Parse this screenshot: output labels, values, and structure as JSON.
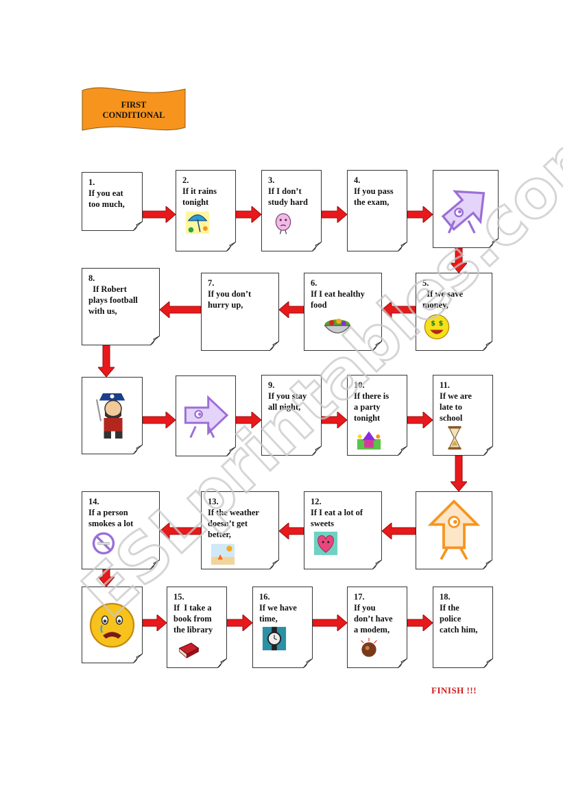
{
  "title": "FIRST CONDITIONAL",
  "cards": [
    {
      "num": "1.",
      "lines": [
        "If you eat",
        "too much,"
      ],
      "icon": ""
    },
    {
      "num": "2.",
      "lines": [
        "If it rains",
        "tonight"
      ],
      "icon": "umbrella-icon"
    },
    {
      "num": "3.",
      "lines": [
        "If I don’t",
        "study hard"
      ],
      "icon": "worried-figure-icon"
    },
    {
      "num": "4.",
      "lines": [
        "If you pass",
        "the exam,"
      ],
      "icon": ""
    },
    {
      "num": "5.",
      "lines": [
        "  If we save",
        "money,"
      ],
      "icon": "money-smiley-icon"
    },
    {
      "num": "6.",
      "lines": [
        "If I eat healthy",
        "food"
      ],
      "icon": "salad-bowl-icon"
    },
    {
      "num": "7.",
      "lines": [
        "If you don’t",
        "hurry up,"
      ],
      "icon": ""
    },
    {
      "num": "8.",
      "lines": [
        "  If Robert",
        "plays football",
        "with us,"
      ],
      "icon": ""
    },
    {
      "num": "9.",
      "lines": [
        "If you stay",
        "all night,"
      ],
      "icon": ""
    },
    {
      "num": "10.",
      "lines": [
        "If there is",
        "a party",
        "tonight"
      ],
      "icon": "party-house-icon"
    },
    {
      "num": "11.",
      "lines": [
        "If we are",
        "late to",
        "school"
      ],
      "icon": "hourglass-icon"
    },
    {
      "num": "12.",
      "lines": [
        "If I eat a lot of",
        "sweets"
      ],
      "icon": "heart-icon"
    },
    {
      "num": "13.",
      "lines": [
        "If the weather",
        "doesn’t get",
        "better,"
      ],
      "icon": "beach-icon"
    },
    {
      "num": "14.",
      "lines": [
        "If a person",
        "smokes a lot"
      ],
      "icon": "no-smoking-icon"
    },
    {
      "num": "15.",
      "lines": [
        "If  I take a",
        "book from",
        "the library"
      ],
      "icon": "book-icon"
    },
    {
      "num": "16.",
      "lines": [
        "If we have",
        "time,"
      ],
      "icon": "watch-icon"
    },
    {
      "num": "17.",
      "lines": [
        "If you",
        "don’t have",
        "a modem,"
      ],
      "icon": "computer-icon"
    },
    {
      "num": "18.",
      "lines": [
        "If the",
        "police",
        "catch him,"
      ],
      "icon": ""
    }
  ],
  "picture_cards": [
    {
      "icon": "turn-arrow-icon"
    },
    {
      "icon": "pirate-icon"
    },
    {
      "icon": "go-arrow-icon"
    },
    {
      "icon": "up-arrow-figure-icon"
    },
    {
      "icon": "crying-face-icon"
    }
  ],
  "finish": "FINISH !!!",
  "watermark": "ESLprintables.com",
  "colors": {
    "banner": "#f7941d",
    "arrow": "#e8191b",
    "purple": "#9b6fd6",
    "orange_figure": "#f7941d"
  }
}
